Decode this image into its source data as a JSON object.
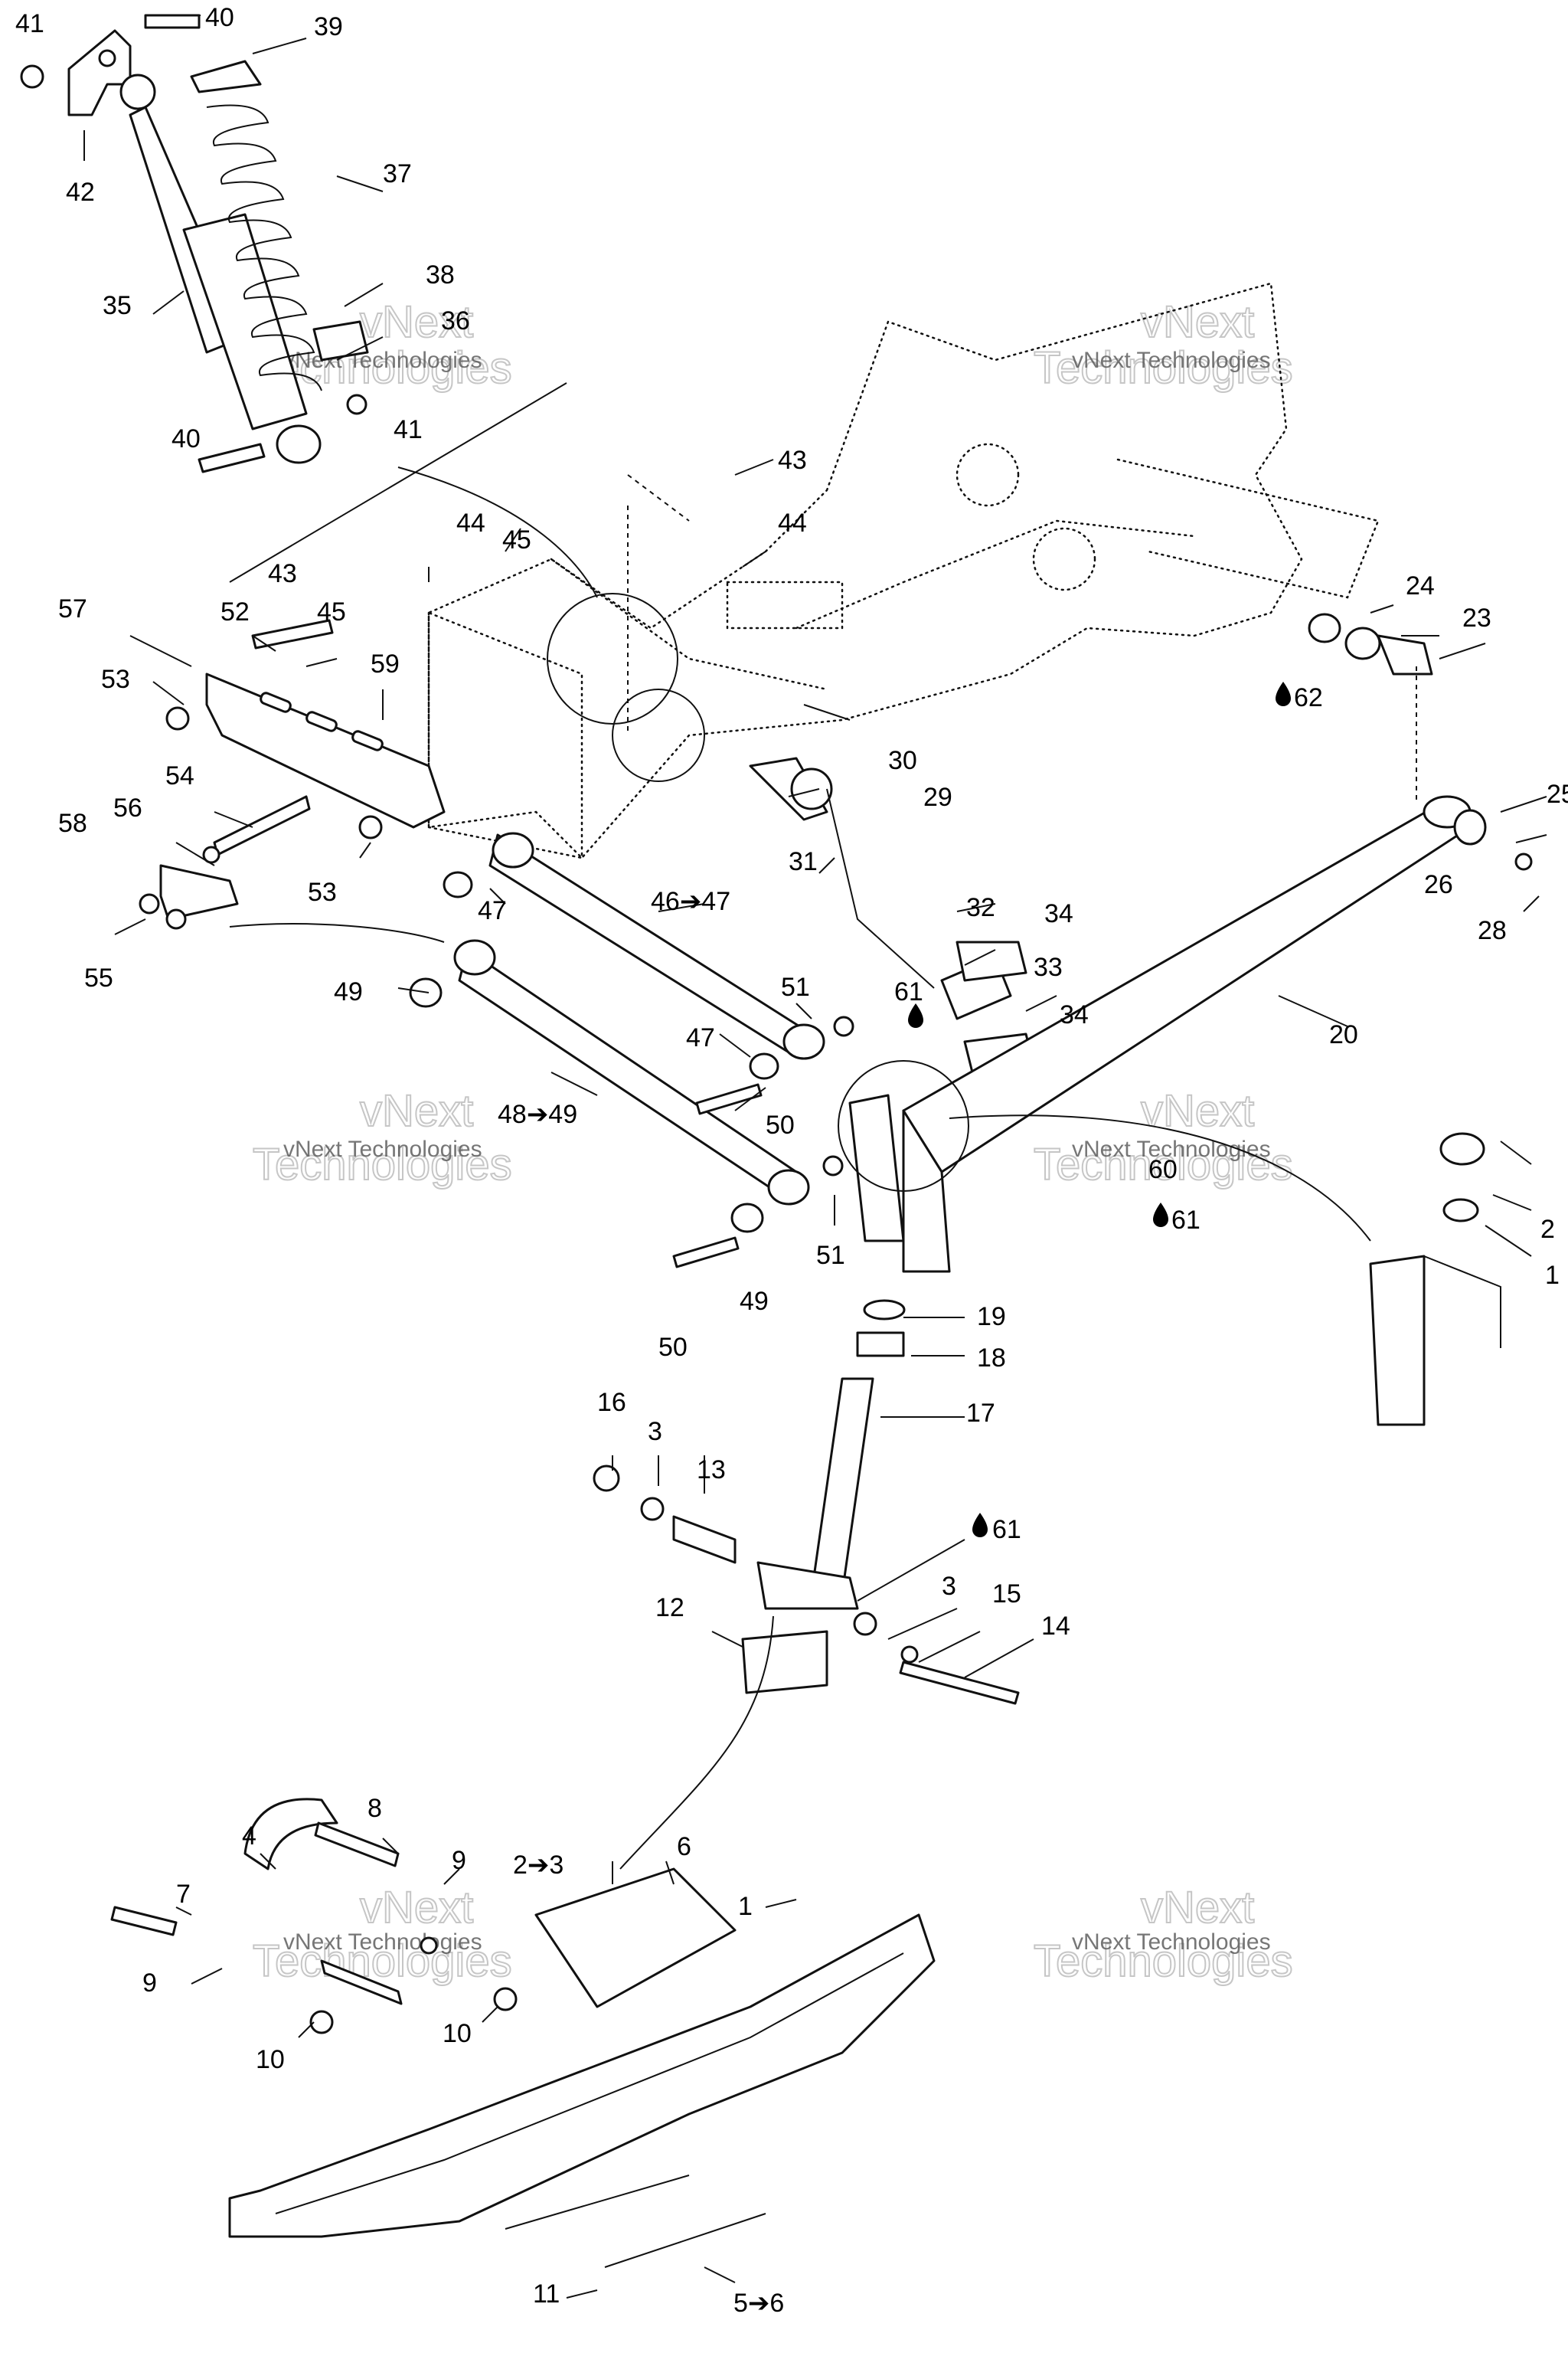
{
  "watermark": {
    "line1": "vNext",
    "line2": "Technologies",
    "caption": "vNext Technologies"
  },
  "colors": {
    "ink": "#111111",
    "watermark": "#bdbdbd",
    "background": "#ffffff"
  },
  "callouts": {
    "c1": "1",
    "c1b": "1",
    "c2to3": "2➔3",
    "c2b": "2",
    "c3a": "3",
    "c3b": "3",
    "c4": "4",
    "c5to6": "5➔6",
    "c6": "6",
    "c7": "7",
    "c8": "8",
    "c9a": "9",
    "c9b": "9",
    "c10a": "10",
    "c10b": "10",
    "c11": "11",
    "c12": "12",
    "c13": "13",
    "c14": "14",
    "c15": "15",
    "c16": "16",
    "c17": "17",
    "c18": "18",
    "c19": "19",
    "c20": "20",
    "c23": "23",
    "c24": "24",
    "c25": "25",
    "c26": "26",
    "c28": "28",
    "c29": "29",
    "c30": "30",
    "c31": "31",
    "c32": "32",
    "c33": "33",
    "c34a": "34",
    "c34b": "34",
    "c35": "35",
    "c36": "36",
    "c37": "37",
    "c38": "38",
    "c39": "39",
    "c40a": "40",
    "c40b": "40",
    "c41a": "41",
    "c41b": "41",
    "c42": "42",
    "c43a": "43",
    "c43b": "43",
    "c44a": "44",
    "c44b": "44",
    "c45a": "45",
    "c45b": "45",
    "c46to47": "46➔47",
    "c47a": "47",
    "c47b": "47",
    "c48to49": "48➔49",
    "c49a": "49",
    "c49b": "49",
    "c50a": "50",
    "c50b": "50",
    "c51a": "51",
    "c51b": "51",
    "c52": "52",
    "c53a": "53",
    "c53b": "53",
    "c54": "54",
    "c55": "55",
    "c56": "56",
    "c57": "57",
    "c58": "58",
    "c59": "59",
    "c60": "60",
    "c61a": "61",
    "c61b": "61",
    "c61c": "61",
    "c62": "62"
  }
}
